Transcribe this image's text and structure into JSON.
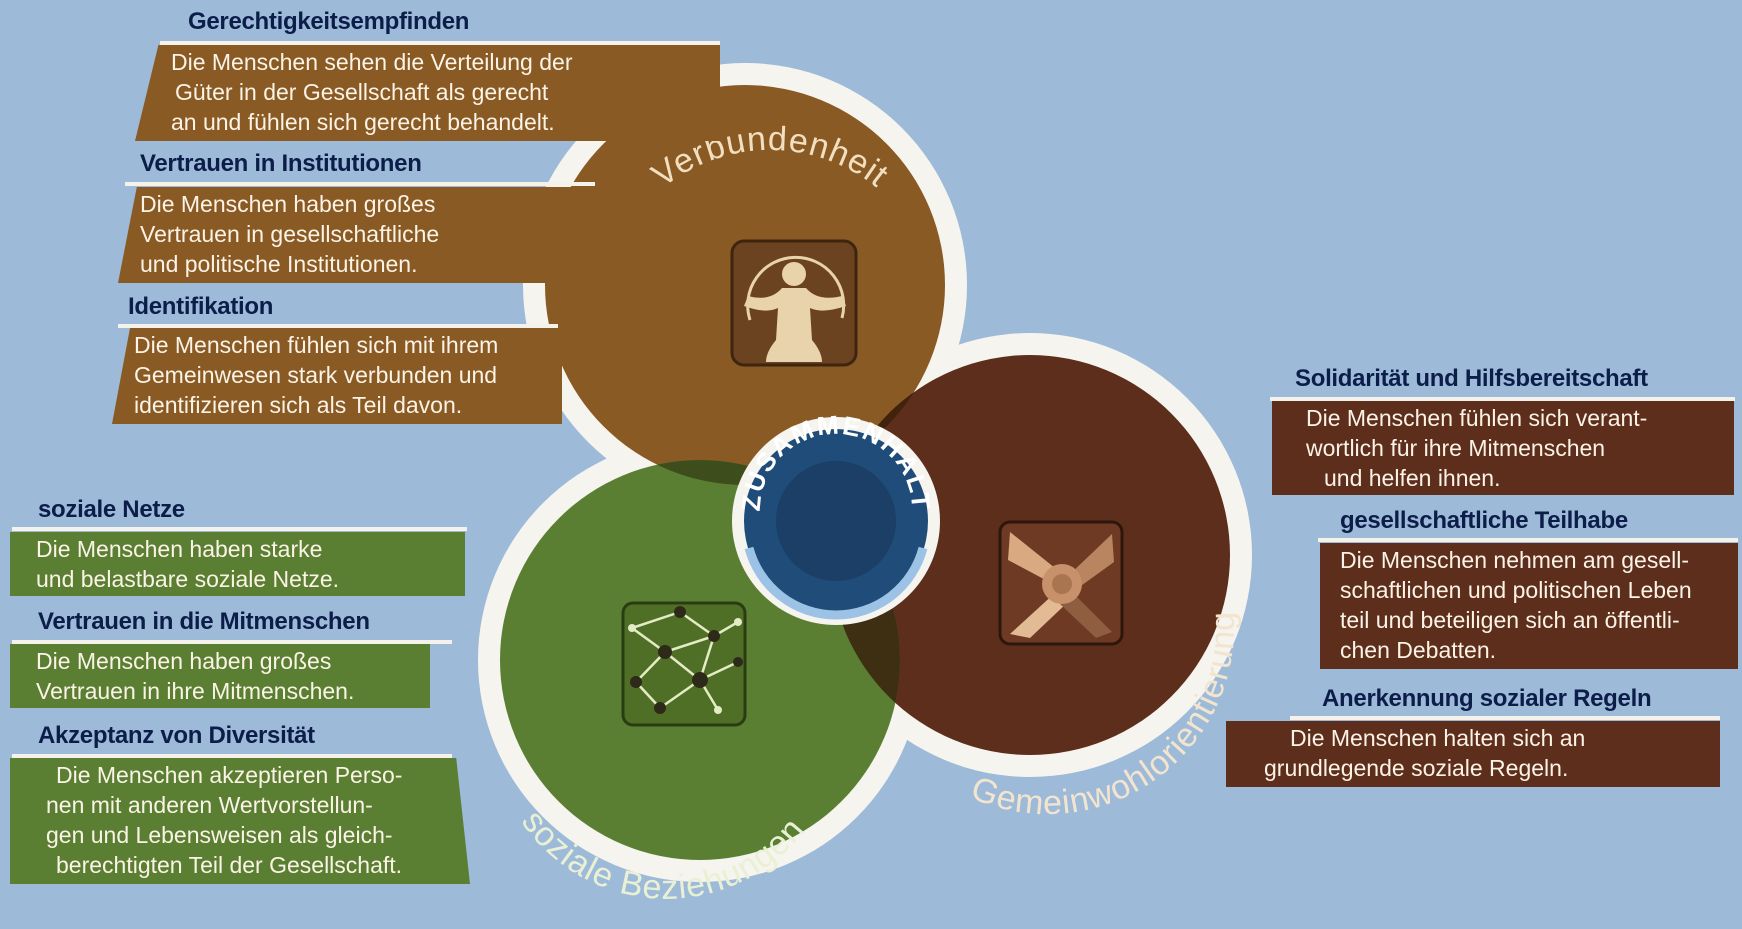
{
  "center": "ZUSAMMENHALT",
  "circles": {
    "top": "Verbundenheit",
    "right": "Gemeinwohlorientierung",
    "left": "soziale Beziehungen"
  },
  "icons": {
    "top": "person-embrace-icon",
    "right": "joined-hands-icon",
    "left": "social-network-icon"
  },
  "colors": {
    "background": "#9dbbd8",
    "verbundenheit": "#8a5a25",
    "gemeinwohl": "#5d2e1c",
    "beziehungen": "#5a7f33",
    "center": "#1f4c78",
    "heading": "#0d1d4a"
  },
  "items": [
    {
      "title": "Gerechtigkeitsempfinden",
      "lines": [
        "Die Menschen sehen die Verteilung der",
        "Güter in der Gesellschaft als gerecht",
        "an und fühlen sich gerecht behandelt."
      ]
    },
    {
      "title": "Vertrauen in Institutionen",
      "lines": [
        "Die Menschen haben großes",
        "Vertrauen in gesellschaftliche",
        "und politische Institutionen."
      ]
    },
    {
      "title": "Identifikation",
      "lines": [
        "Die Menschen fühlen sich mit ihrem",
        "Gemeinwesen stark verbunden und",
        "identifizieren sich als Teil davon."
      ]
    },
    {
      "title": "Solidarität und Hilfsbereitschaft",
      "lines": [
        "Die Menschen fühlen sich verant-",
        "wortlich für ihre Mitmenschen",
        "und helfen ihnen."
      ]
    },
    {
      "title": "gesellschaftliche Teilhabe",
      "lines": [
        "Die Menschen nehmen am gesell-",
        "schaftlichen und politischen Leben",
        "teil und beteiligen sich an öffentli-",
        "chen Debatten."
      ]
    },
    {
      "title": "Anerkennung sozialer Regeln",
      "lines": [
        "Die Menschen halten sich an",
        "grundlegende soziale Regeln."
      ]
    },
    {
      "title": "soziale Netze",
      "lines": [
        "Die Menschen haben starke",
        "und belastbare soziale Netze."
      ]
    },
    {
      "title": "Vertrauen in die Mitmenschen",
      "lines": [
        "Die Menschen haben großes",
        "Vertrauen in ihre Mitmenschen."
      ]
    },
    {
      "title": "Akzeptanz von Diversität",
      "lines": [
        "Die Menschen akzeptieren Perso-",
        "nen mit anderen Wertvorstellun-",
        "gen und Lebensweisen als gleich-",
        "berechtigten Teil der Gesellschaft."
      ]
    }
  ]
}
